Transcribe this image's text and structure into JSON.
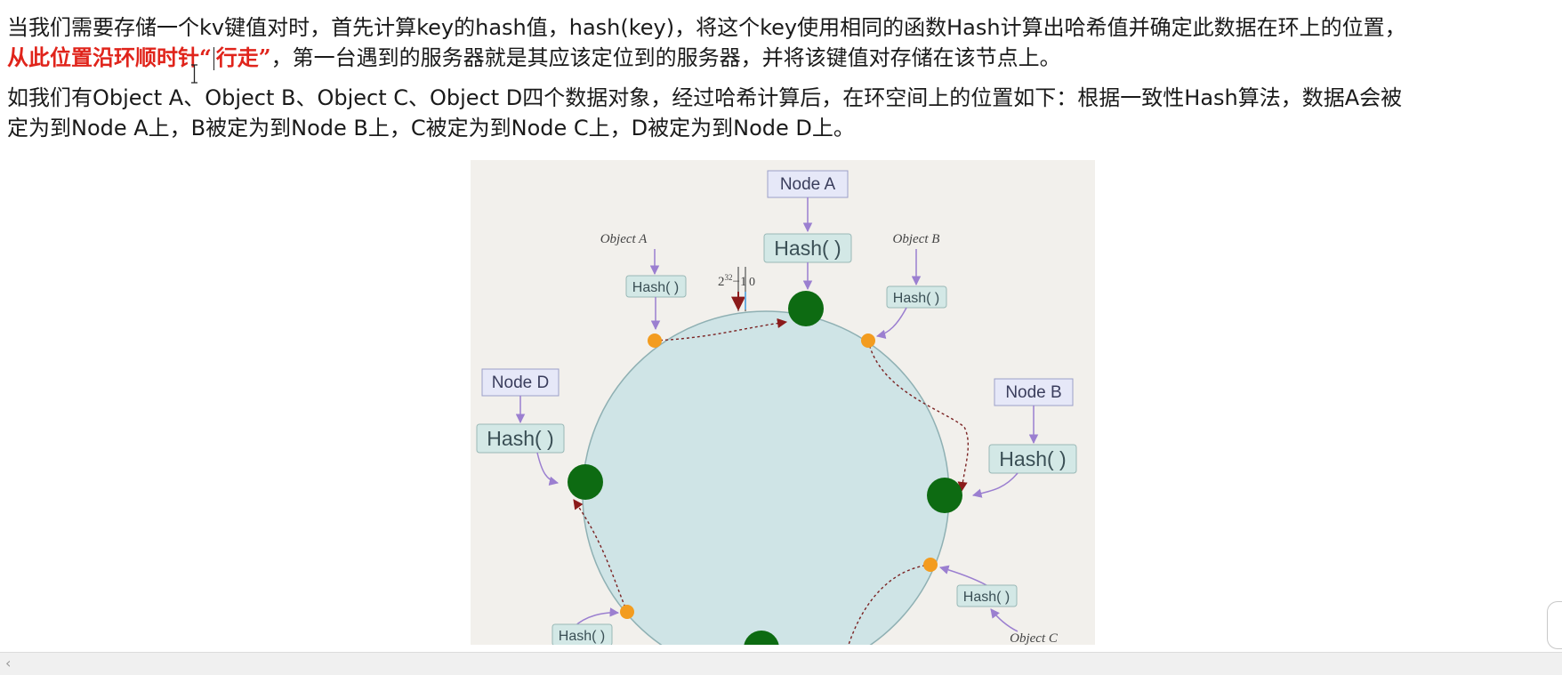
{
  "paragraph1": {
    "line1": "当我们需要存储一个kv键值对时，首先计算key的hash值，hash(key)，将这个key使用相同的函数Hash计算出哈希值并确定此数据在环上的位置，",
    "line2_red_a": "从此位置沿环顺时针“",
    "line2_red_b": "行走”",
    "line2_rest": "，第一台遇到的服务器就是其应该定位到的服务器，并将该键值对存储在该节点上。"
  },
  "paragraph2": {
    "line1": "如我们有Object A、Object B、Object C、Object D四个数据对象，经过哈希计算后，在环空间上的位置如下：根据一致性Hash算法，数据A会被",
    "line2": "定为到Node A上，B被定为到Node B上，C被定为到Node C上，D被定为到Node D上。"
  },
  "figure": {
    "node_a": "Node A",
    "node_b": "Node B",
    "node_d": "Node D",
    "hash_label": "Hash( )",
    "object_a": "Object A",
    "object_b": "Object B",
    "object_c": "Object C",
    "ring_max": "2",
    "ring_max_exp": "32",
    "ring_max_suffix": "−1",
    "ring_zero": "0"
  },
  "colors": {
    "highlight_red": "#e0241b",
    "ring_fill": "#cfe4e6",
    "node_green": "#0d6b12",
    "object_orange": "#f39c1f",
    "arrow_purple": "#9b7fd0",
    "arrow_darkred": "#8b1a1a"
  },
  "scrollbar": {
    "left_arrow": "‹"
  }
}
